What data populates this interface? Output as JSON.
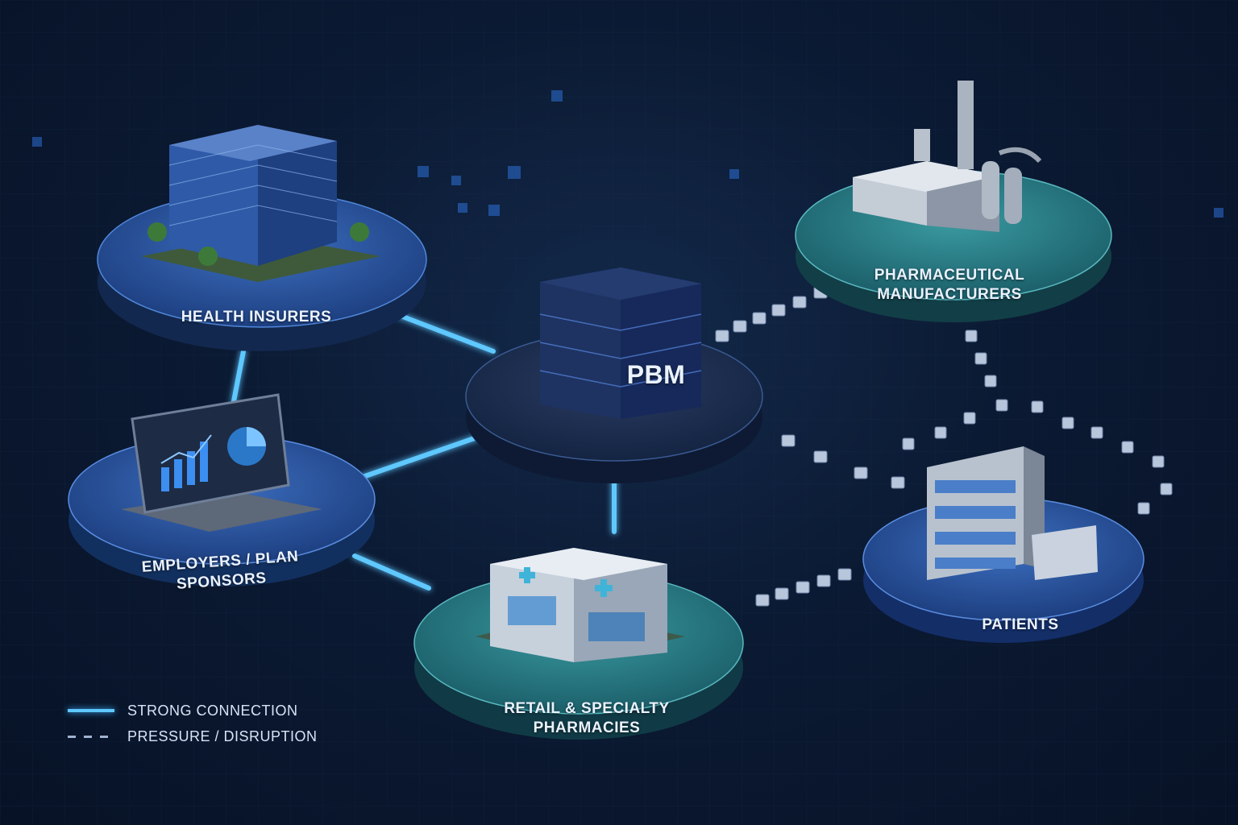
{
  "nodes": {
    "health_insurers": {
      "label": "HEALTH INSURERS"
    },
    "pbm": {
      "label": "PBM"
    },
    "pharma": {
      "label_line1": "PHARMACEUTICAL",
      "label_line2": "MANUFACTURERS"
    },
    "employers": {
      "label": "EMPLOYERS / PLAN SPONSORS"
    },
    "pharmacies": {
      "label_line1": "RETAIL & SPECIALTY",
      "label_line2": "PHARMACIES"
    },
    "patients": {
      "label": "PATIENTS"
    }
  },
  "legend": {
    "strong": "STRONG CONNECTION",
    "pressure": "PRESSURE / DISRUPTION"
  },
  "colors": {
    "strong_connection": "#5fc8ff",
    "pressure_dash": "#9fb2cf",
    "blue_platform": "#1f4f9a",
    "teal_platform": "#1f6f78",
    "dark_platform": "#1a2a4a"
  }
}
